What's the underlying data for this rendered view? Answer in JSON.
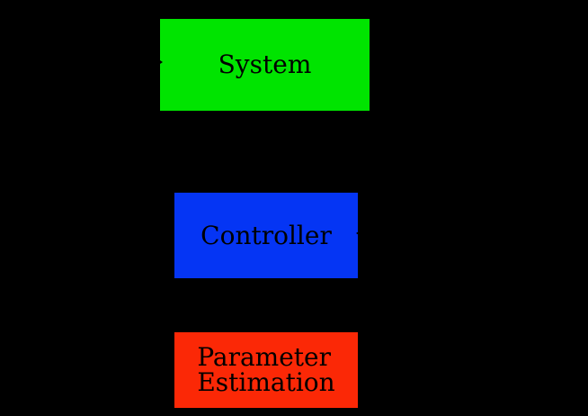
{
  "diagram": {
    "background_color": "#000000",
    "text_color": "#000000",
    "nodes": [
      {
        "id": "system",
        "label": "System",
        "fill": "#00e400"
      },
      {
        "id": "controller",
        "label": "Controller",
        "fill": "#0535f4"
      },
      {
        "id": "parameter-estimation",
        "label_lines": [
          "Parameter",
          "Estimation"
        ],
        "fill": "#fb2806"
      }
    ],
    "connectors": [
      {
        "icon": "right-arrowhead-icon",
        "description": "arrowhead tip entering left edge of System box",
        "color": "#000000"
      },
      {
        "icon": "left-arrowhead-icon",
        "description": "arrowhead tip entering right edge of Controller box",
        "color": "#000000"
      }
    ]
  }
}
